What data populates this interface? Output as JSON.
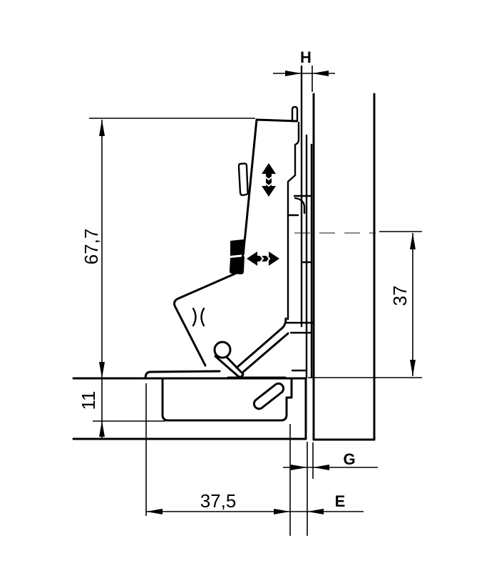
{
  "drawing": {
    "description": "Concealed cabinet hinge cross-section with mounting dimensions (inset door application)",
    "colors": {
      "line": "#000000",
      "centerline": "#8a8a8a",
      "background": "#ffffff"
    },
    "dims": {
      "plate_height": {
        "label": "H"
      },
      "arm_height": {
        "label": "67,7"
      },
      "cup_depth": {
        "label": "11"
      },
      "axis_distance": {
        "label": "37"
      },
      "cup_pattern": {
        "label": "37,5"
      },
      "gap": {
        "label": "G"
      },
      "edge_distance": {
        "label": "E"
      }
    }
  }
}
